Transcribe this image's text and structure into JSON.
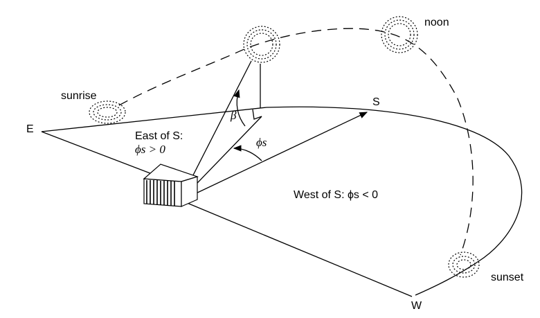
{
  "labels": {
    "east": "E",
    "south": "S",
    "west": "W",
    "sunrise": "sunrise",
    "noon": "noon",
    "sunset": "sunset",
    "east_of_s_line1": "East of S:",
    "east_of_s_line2": "ϕs > 0",
    "west_of_s": "West of S: ϕs < 0",
    "altitude_angle": "β",
    "azimuth_angle": "ϕs"
  }
}
